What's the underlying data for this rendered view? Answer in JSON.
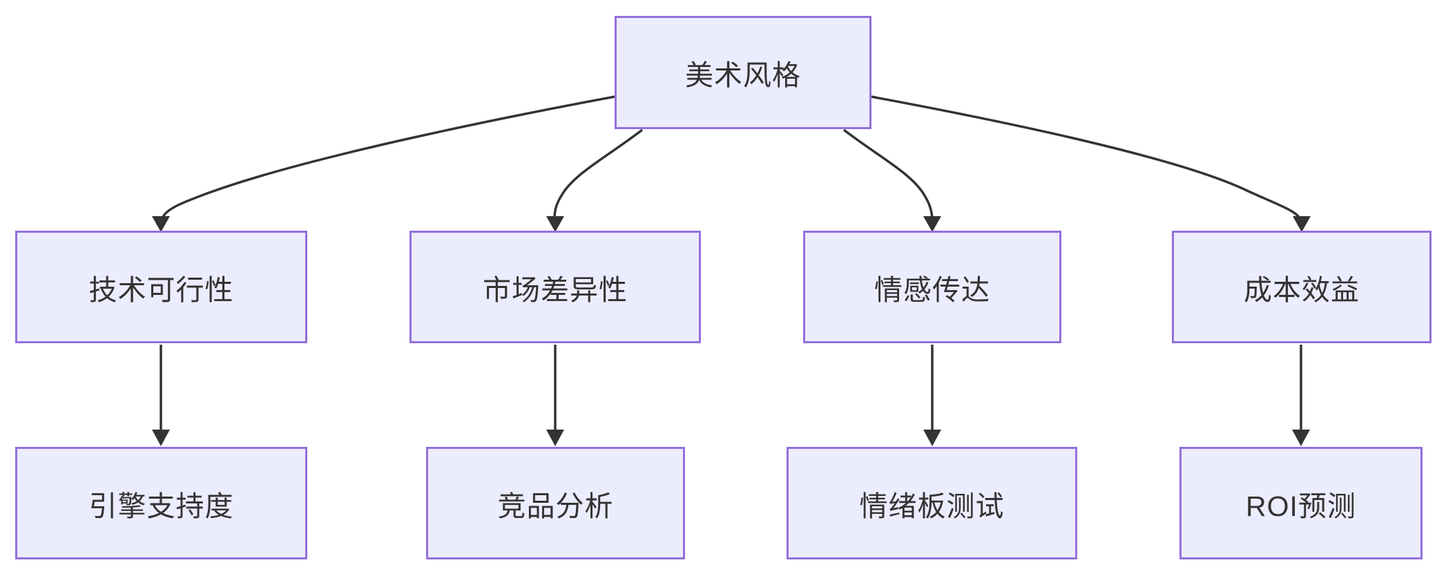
{
  "diagram": {
    "type": "flowchart",
    "direction": "top-down",
    "nodes": [
      {
        "id": "root",
        "label": "美术风格",
        "level": 0
      },
      {
        "id": "tech",
        "label": "技术可行性",
        "level": 1
      },
      {
        "id": "market",
        "label": "市场差异性",
        "level": 1
      },
      {
        "id": "emotion",
        "label": "情感传达",
        "level": 1
      },
      {
        "id": "cost",
        "label": "成本效益",
        "level": 1
      },
      {
        "id": "engine",
        "label": "引擎支持度",
        "level": 2
      },
      {
        "id": "competitor",
        "label": "竞品分析",
        "level": 2
      },
      {
        "id": "moodboard",
        "label": "情绪板测试",
        "level": 2
      },
      {
        "id": "roi",
        "label": "ROI预测",
        "level": 2
      }
    ],
    "edges": [
      {
        "from": "美术风格",
        "to": "技术可行性"
      },
      {
        "from": "美术风格",
        "to": "市场差异性"
      },
      {
        "from": "美术风格",
        "to": "情感传达"
      },
      {
        "from": "美术风格",
        "to": "成本效益"
      },
      {
        "from": "技术可行性",
        "to": "引擎支持度"
      },
      {
        "from": "市场差异性",
        "to": "竞品分析"
      },
      {
        "from": "情感传达",
        "to": "情绪板测试"
      },
      {
        "from": "成本效益",
        "to": "ROI预测"
      }
    ]
  },
  "colors": {
    "node_fill": "#ECECFF",
    "node_border": "#9370DB",
    "edge_color": "#333333",
    "text_color": "#333333",
    "canvas_bg": "#FFFFFF"
  }
}
